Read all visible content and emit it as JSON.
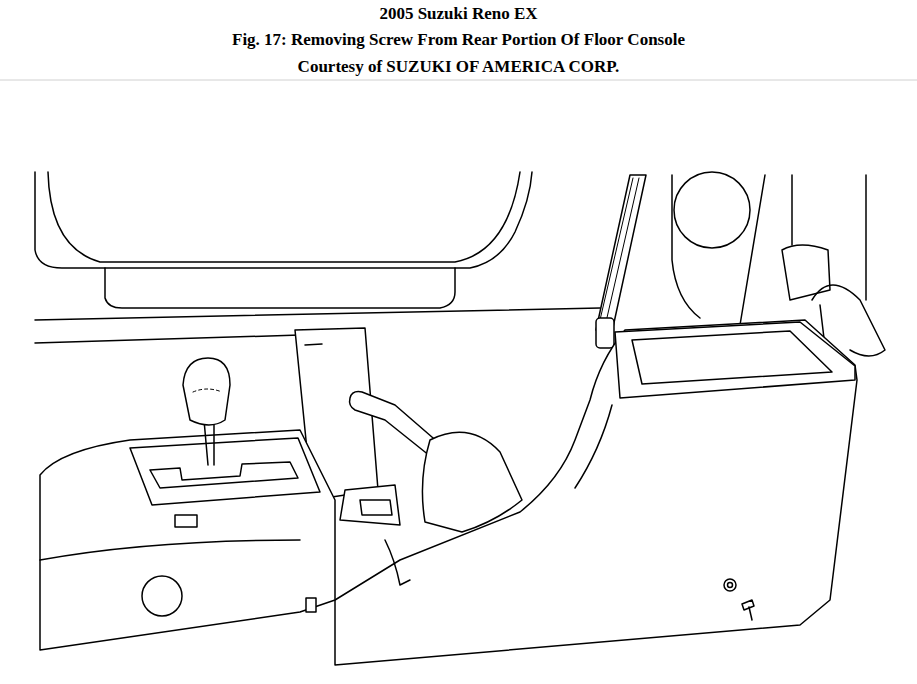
{
  "diagram": {
    "title": "2005 Suzuki Reno EX",
    "caption": "Fig. 17: Removing Screw From Rear Portion Of Floor Console",
    "labels": [
      "Courtesy of SUZUKI OF AMERICA CORP."
    ]
  }
}
